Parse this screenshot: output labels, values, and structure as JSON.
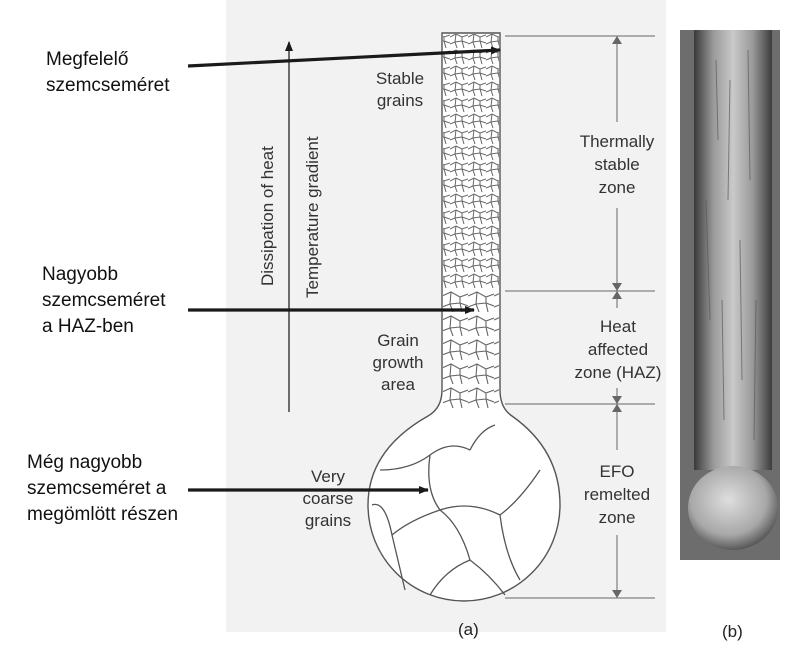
{
  "annotations": {
    "optimal": [
      "Megfelelő",
      "szemcseméret"
    ],
    "larger_haz": [
      "Nagyobb",
      "szemcseméret",
      "a HAZ-ben"
    ],
    "even_larger": [
      "Még nagyobb",
      "szemcseméret a",
      "megömlött részen"
    ]
  },
  "diagram": {
    "stable_grains": [
      "Stable",
      "grains"
    ],
    "grain_growth": [
      "Grain",
      "growth",
      "area"
    ],
    "coarse_grains": [
      "Very",
      "coarse",
      "grains"
    ],
    "dissipation": "Dissipation of heat",
    "gradient": "Temperature gradient"
  },
  "zones": {
    "thermally_stable": [
      "Thermally",
      "stable",
      "zone"
    ],
    "haz": [
      "Heat",
      "affected",
      "zone (HAZ)"
    ],
    "efo": [
      "EFO",
      "remelted",
      "zone"
    ]
  },
  "captions": {
    "a": "(a)",
    "b": "(b)"
  }
}
